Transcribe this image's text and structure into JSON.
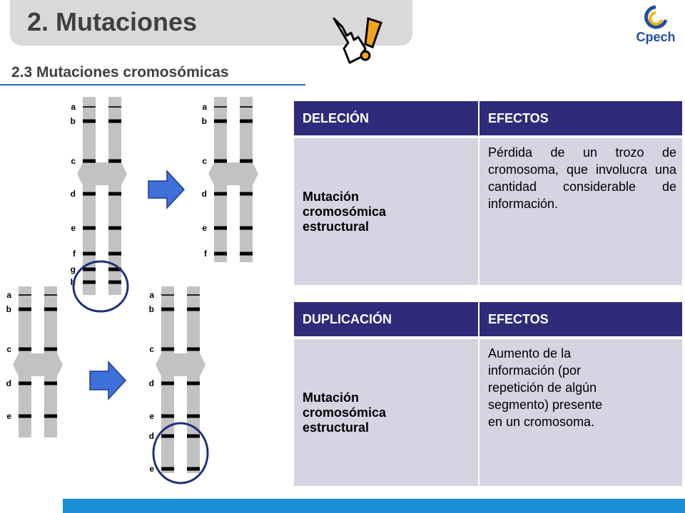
{
  "header": {
    "title": "2. Mutaciones",
    "subtitle": "2.3 Mutaciones cromosómicas"
  },
  "logo": {
    "text": "Cpech"
  },
  "deletion": {
    "col1": "DELECIÓN",
    "col2": "EFECTOS",
    "type_line1": "Mutación",
    "type_line2": "cromosómica",
    "type_line3": "estructural",
    "effect": "Pérdida de un trozo de cromosoma, que involucra una cantidad considerable de información."
  },
  "duplication": {
    "col1": "DUPLICACIÓN",
    "col2": "EFECTOS",
    "type_line1": "Mutación",
    "type_line2": "cromosómica",
    "type_line3": "estructural",
    "effect_line1": "Aumento de la",
    "effect_line2": "información (por",
    "effect_line3": "repetición de algún",
    "effect_line4": "segmento) presente",
    "effect_line5": "en un cromosoma."
  },
  "figure": {
    "deletion_original_labels": [
      "a",
      "b",
      "c",
      "d",
      "e",
      "f",
      "g",
      "h"
    ],
    "deletion_result_labels": [
      "a",
      "b",
      "c",
      "d",
      "e",
      "f"
    ],
    "duplication_original_labels": [
      "a",
      "b",
      "c",
      "d",
      "e"
    ],
    "duplication_result_labels": [
      "a",
      "b",
      "c",
      "d",
      "e",
      "d",
      "e"
    ]
  },
  "colors": {
    "header_cell": "#2e2b7a",
    "body_cell": "#d4d4e2",
    "arrow": "#3f6fd8",
    "circle": "#1f2f7a",
    "footer": "#1a8fd8"
  }
}
